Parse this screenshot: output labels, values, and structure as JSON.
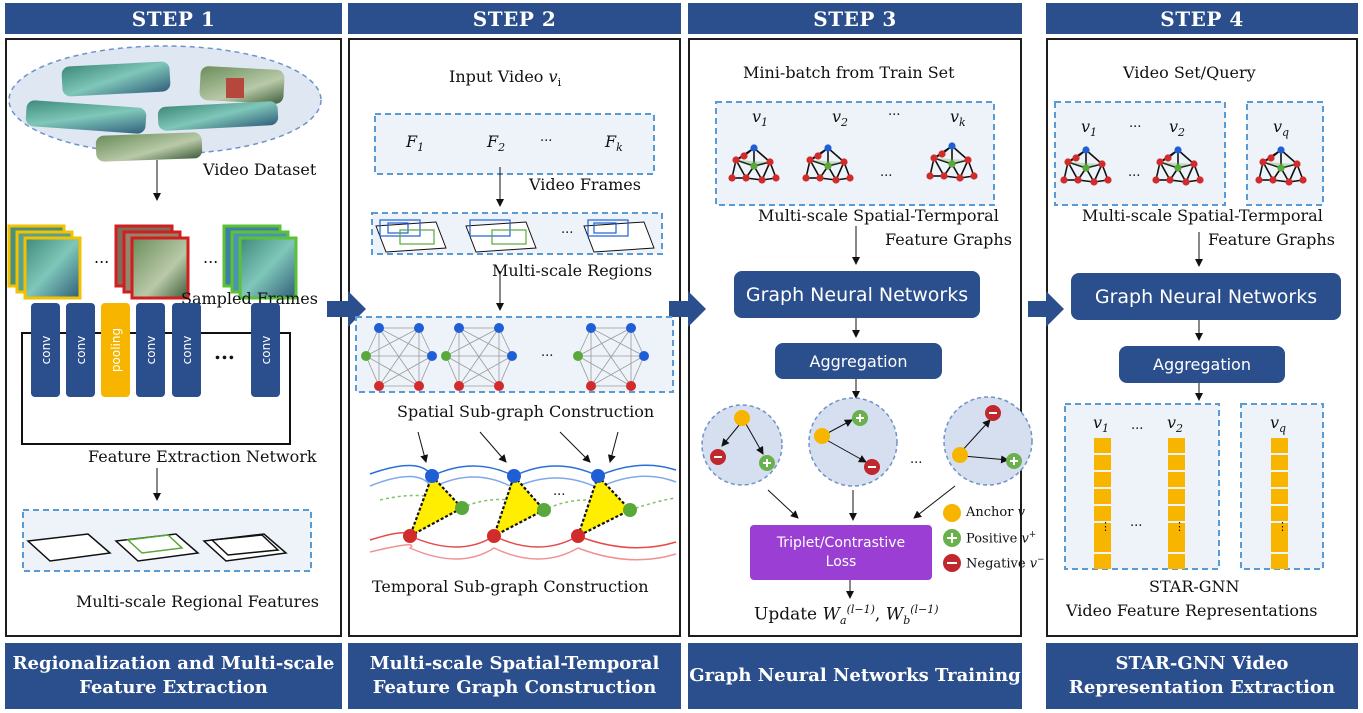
{
  "headers": [
    "STEP 1",
    "STEP 2",
    "STEP 3",
    "STEP 4"
  ],
  "footers": [
    [
      "Regionalization and Multi-scale",
      "Feature Extraction"
    ],
    [
      "Multi-scale Spatial-Temporal",
      "Feature Graph Construction"
    ],
    [
      "Graph Neural Networks Training",
      ""
    ],
    [
      "STAR-GNN Video",
      "Representation Extraction"
    ]
  ],
  "step1": {
    "video_dataset": "Video Dataset",
    "sampled_frames": "Sampled Frames",
    "ellipsis": "...",
    "layers": [
      "conv",
      "conv",
      "pooling",
      "conv",
      "conv",
      "...",
      "conv"
    ],
    "feature_network": "Feature Extraction Network",
    "regional_features": "Multi-scale Regional Features"
  },
  "step2": {
    "input_video": "Input Video ",
    "input_video_var": "v",
    "input_video_sub": "i",
    "frames": [
      "F",
      "F",
      "F"
    ],
    "frame_subs": [
      "1",
      "2",
      "k"
    ],
    "ellipsis": "...",
    "video_frames": "Video Frames",
    "regions": "Multi-scale Regions",
    "spatial": "Spatial Sub-graph Construction",
    "temporal": "Temporal Sub-graph  Construction"
  },
  "step3": {
    "minibatch": "Mini-batch from Train Set",
    "videos": [
      "v",
      "v",
      "v"
    ],
    "video_subs": [
      "1",
      "2",
      "k"
    ],
    "ellipsis": "...",
    "graphs_line1": "Multi-scale Spatial-Termporal",
    "graphs_line2": "Feature Graphs",
    "gnn": "Graph Neural Networks",
    "aggregation": "Aggregation",
    "loss_line1": "Triplet/Contrastive",
    "loss_line2": "Loss",
    "legend": [
      {
        "label": "Anchor ",
        "var": "v",
        "sup": "",
        "color": "#f7b500"
      },
      {
        "label": "Positive ",
        "var": "v",
        "sup": "+",
        "color": "#6ab04c"
      },
      {
        "label": "Negative ",
        "var": "v",
        "sup": "−",
        "color": "#c0282d"
      }
    ],
    "update_label": "Update ",
    "update_w1": "W",
    "update_w1_sub": "a",
    "update_w1_sup": "(l−1)",
    "update_sep": ", ",
    "update_w2": "W",
    "update_w2_sub": "b",
    "update_w2_sup": "(l−1)"
  },
  "step4": {
    "query": "Video Set/Query",
    "videos": [
      "v",
      "v",
      "v"
    ],
    "video_subs": [
      "1",
      "2",
      "q"
    ],
    "ellipsis": "...",
    "graphs_line1": "Multi-scale Spatial-Termporal",
    "graphs_line2": "Feature Graphs",
    "gnn": "Graph Neural Networks",
    "aggregation": "Aggregation",
    "rep_line1": "STAR-GNN",
    "rep_line2": "Video Feature Representations"
  },
  "colors": {
    "navy": "#2b4e8c",
    "dash_blue": "#5a9bd5",
    "loss_purple": "#9b3fd4",
    "node_blue": "#1f5fd6",
    "node_red": "#d22b2b",
    "node_green": "#58a83a",
    "triangle_yellow": "#ffee00",
    "rep_yellow": "#f7b500",
    "frame_yellow": "#f2c200",
    "frame_red": "#d11f1f",
    "frame_green": "#5bc236"
  }
}
